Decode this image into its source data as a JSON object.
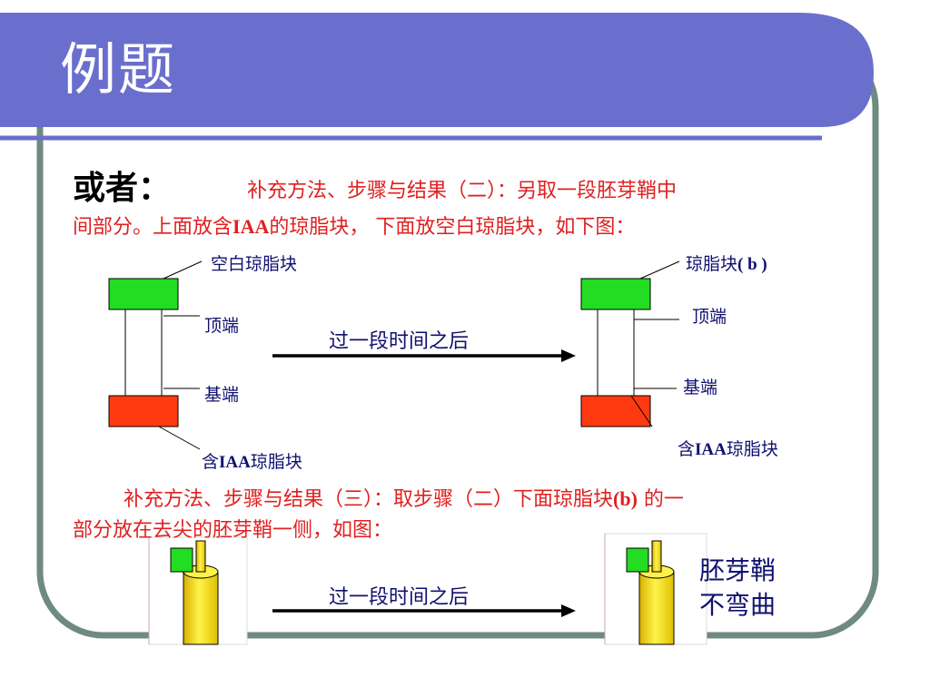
{
  "slide": {
    "title": "例题",
    "lead": "或者：",
    "para1_line1": "补充方法、步骤与结果（二）：另取一段胚芽鞘中",
    "para1_line2_pre": "间部分。上面放含",
    "para1_line2_bold": "IAA",
    "para1_line2_post": "的琼脂块， 下面放空白琼脂块，如下图：",
    "para2_line1_pre": "补充方法、步骤与结果（三）：取步骤（二）下面琼脂块",
    "para2_line1_bold": "(b)",
    "para2_line1_post": " 的一",
    "para2_line2": "部分放在去尖的胚芽鞘一侧，如图："
  },
  "diagram1": {
    "left": {
      "top_block": "空白琼脂块",
      "top_end": "顶端",
      "base_end": "基端",
      "bottom_block_pre": "含",
      "bottom_block_bold": "IAA",
      "bottom_block_post": "琼脂块"
    },
    "arrow_label": "过一段时间之后",
    "right": {
      "top_block_pre": "琼脂块",
      "top_block_bold": "( b )",
      "top_end": "顶端",
      "base_end": "基端",
      "bottom_block_pre": "含",
      "bottom_block_bold": "IAA",
      "bottom_block_post": "琼脂块"
    }
  },
  "diagram2": {
    "arrow_label": "过一段时间之后",
    "result_line1": "胚芽鞘",
    "result_line2": "不弯曲"
  },
  "colors": {
    "header": "#6a6fcd",
    "frame_border": "#6f8a80",
    "green_block": "#22dd22",
    "red_block": "#ff3a10",
    "coleoptile": "#ffee33",
    "text_red": "#e02020",
    "text_blue": "#101070"
  }
}
